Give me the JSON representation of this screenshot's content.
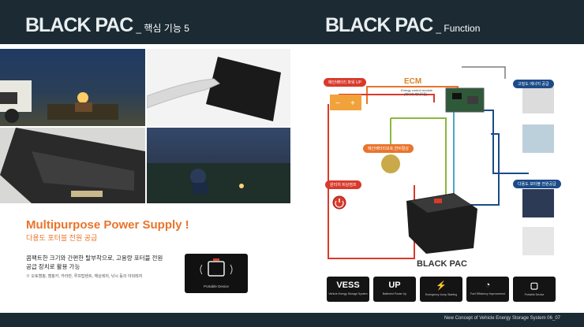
{
  "left_header": {
    "brand": "BLACK PAC",
    "sub": "_ 핵심 기능 5"
  },
  "right_header": {
    "brand": "BLACK PAC",
    "sub": "_ Function"
  },
  "headline": "Multipurpose Power Supply !",
  "subheadline": "다용도 포터블 전원 공급",
  "body_text": "콤팩트한 크기와 간편한 탈부착으로, 고용량 포터블 전원공급 장치로 활용 가능",
  "note": "※ 오토캠핑, 캠핑카, 카라반, 루프탑텐트, 해상레저, 낚시 등의 야외레저",
  "portable_caption": "Portable Device",
  "ecm": {
    "title": "ECM",
    "line1": "Energy control module",
    "line2": "(에너지 제어모듈)"
  },
  "labels": {
    "main_battery": "메인배터리 파워 UP",
    "main_battery_protect": "메인배터리보호,연비절감",
    "emergency": "원터치 비상점프",
    "hq_supply": "고밀도 에너지 공급",
    "multi_supply": "다용도 포터블 전원공급"
  },
  "product_name": "BLACK PAC",
  "icons": [
    {
      "title": "VESS",
      "caption": "Vehicle Energy Storage System"
    },
    {
      "title": "UP",
      "caption": "Batteried Power Up"
    },
    {
      "title": "⚡",
      "caption": "Emergency Jump Starting"
    },
    {
      "title": "◔",
      "caption": "Fuel Efficiency Improvement"
    },
    {
      "title": "▢",
      "caption": "Portable Device"
    }
  ],
  "footer": "New Concept of Vehicle Energy Storage System   06_07",
  "colors": {
    "bar": "#1b2a33",
    "red": "#d83a2c",
    "orange": "#e9742b",
    "blue": "#1c4b88",
    "green": "#8ab840",
    "teal": "#4fa7c5"
  }
}
